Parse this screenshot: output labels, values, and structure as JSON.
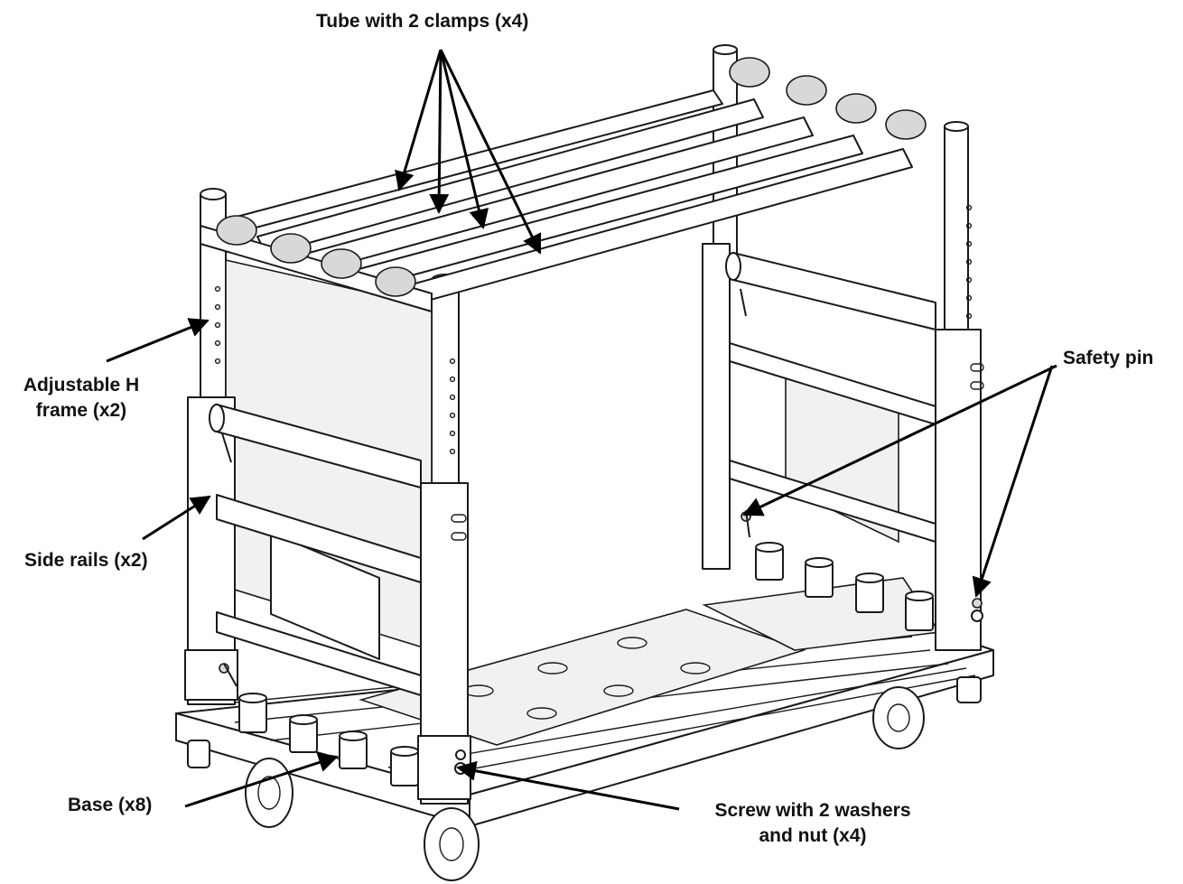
{
  "labels": {
    "tube": "Tube with 2 clamps (x4)",
    "h_frame_line1": "Adjustable H",
    "h_frame_line2": "frame (x2)",
    "side_rails": "Side rails (x2)",
    "safety_pin": "Safety pin",
    "base": "Base (x8)",
    "screw_line1": "Screw with 2 washers",
    "screw_line2": "and nut (x4)"
  },
  "colors": {
    "line": "#1a1a1a",
    "arrow": "#000000",
    "background": "#ffffff"
  }
}
